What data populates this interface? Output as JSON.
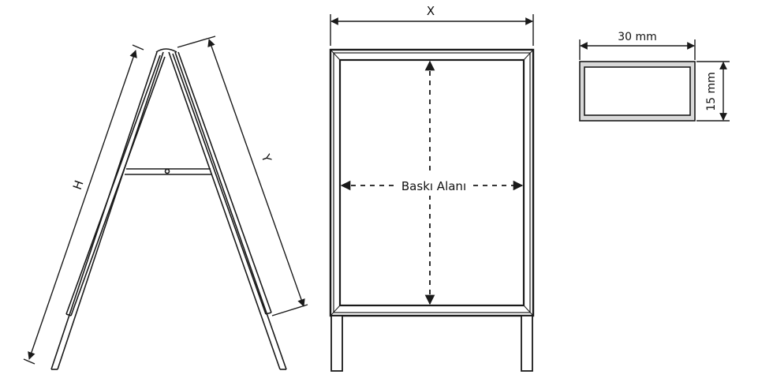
{
  "side_view": {
    "height_label": "H",
    "panel_label": "Y"
  },
  "front_view": {
    "width_label": "X",
    "print_area_label": "Baskı Alanı"
  },
  "profile_section": {
    "width_label": "30 mm",
    "height_label": "15 mm"
  },
  "colors": {
    "line": "#1a1a1a",
    "frame_fill": "#d9d9d9"
  }
}
